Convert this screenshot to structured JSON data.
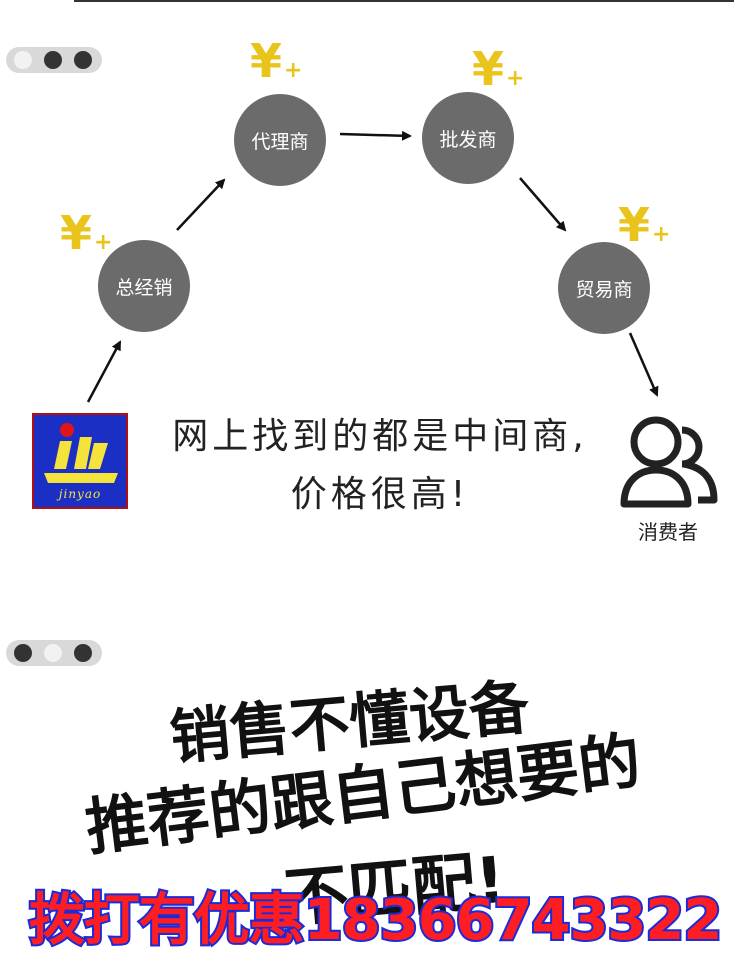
{
  "flow": {
    "nodes": {
      "general_distributor": "总经销",
      "agent": "代理商",
      "wholesaler": "批发商",
      "trader": "贸易商"
    },
    "price_mark": {
      "symbol": "¥",
      "plus": "+"
    },
    "message_line1": "网上找到的都是中间商,",
    "message_line2": "价格很高!",
    "consumer_label": "消费者",
    "logo_text": "jinyao"
  },
  "section2": {
    "slogan_line1": "销售不懂设备",
    "slogan_line2": "推荐的跟自己想要的",
    "slogan_line3": "不匹配!"
  },
  "promo_banner": {
    "text": "拨打有优惠18366743322"
  },
  "colors": {
    "node_fill": "#6b6b6b",
    "yen": "#e9c51b",
    "promo_fill": "#ff1d24",
    "promo_stroke": "#1b2bd8",
    "logo_bg": "#1c2fc4"
  }
}
